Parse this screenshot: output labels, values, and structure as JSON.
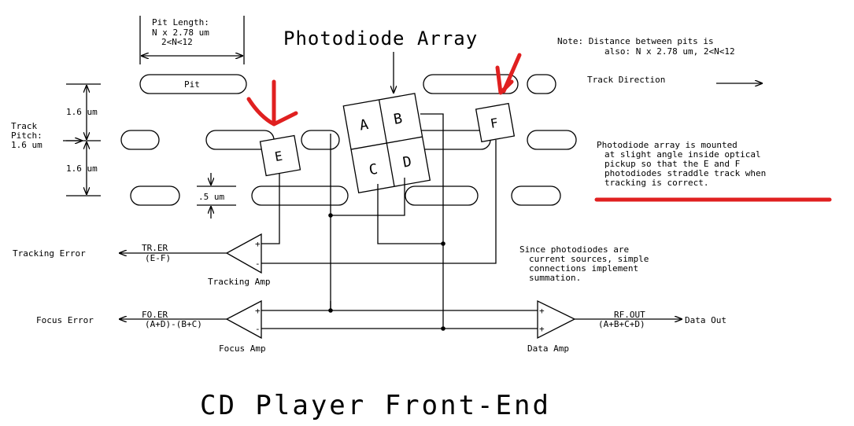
{
  "title": "CD Player Front-End",
  "photodiode_array_label": "Photodiode Array",
  "pit_length": {
    "line1": "Pit Length:",
    "line2": "N x 2.78 um",
    "line3": "2<N<12"
  },
  "note": {
    "line1": "Note: Distance between pits is",
    "line2": "also: N x 2.78 um, 2<N<12"
  },
  "track_direction": "Track Direction",
  "track_pitch": {
    "line1": "Track",
    "line2": "Pitch:",
    "line3": "1.6 um"
  },
  "dim_top": "1.6 um",
  "dim_bottom": "1.6 um",
  "pit_width": ".5 um",
  "pit_label": "Pit",
  "diodes": {
    "a": "A",
    "b": "B",
    "c": "C",
    "d": "D",
    "e": "E",
    "f": "F"
  },
  "mount_note": {
    "line1": "Photodiode array is mounted",
    "line2": "at slight angle inside optical",
    "line3": "pickup so that the E and F",
    "line4": "photodiodes straddle track when",
    "line5": "tracking is correct."
  },
  "sources_note": {
    "line1": "Since photodiodes are",
    "line2": "current sources, simple",
    "line3": "connections implement",
    "line4": "summation."
  },
  "tracking": {
    "output": "Tracking Error",
    "signal": "TR.ER",
    "formula": "(E-F)",
    "amp": "Tracking Amp"
  },
  "focus": {
    "output": "Focus Error",
    "signal": "FO.ER",
    "formula": "(A+D)-(B+C)",
    "amp": "Focus Amp"
  },
  "data": {
    "output": "Data Out",
    "signal": "RF.OUT",
    "formula": "(A+B+C+D)",
    "amp": "Data Amp"
  },
  "plus": "+",
  "minus": "-",
  "colors": {
    "ink": "#000000",
    "annotation_red": "#e02020"
  }
}
